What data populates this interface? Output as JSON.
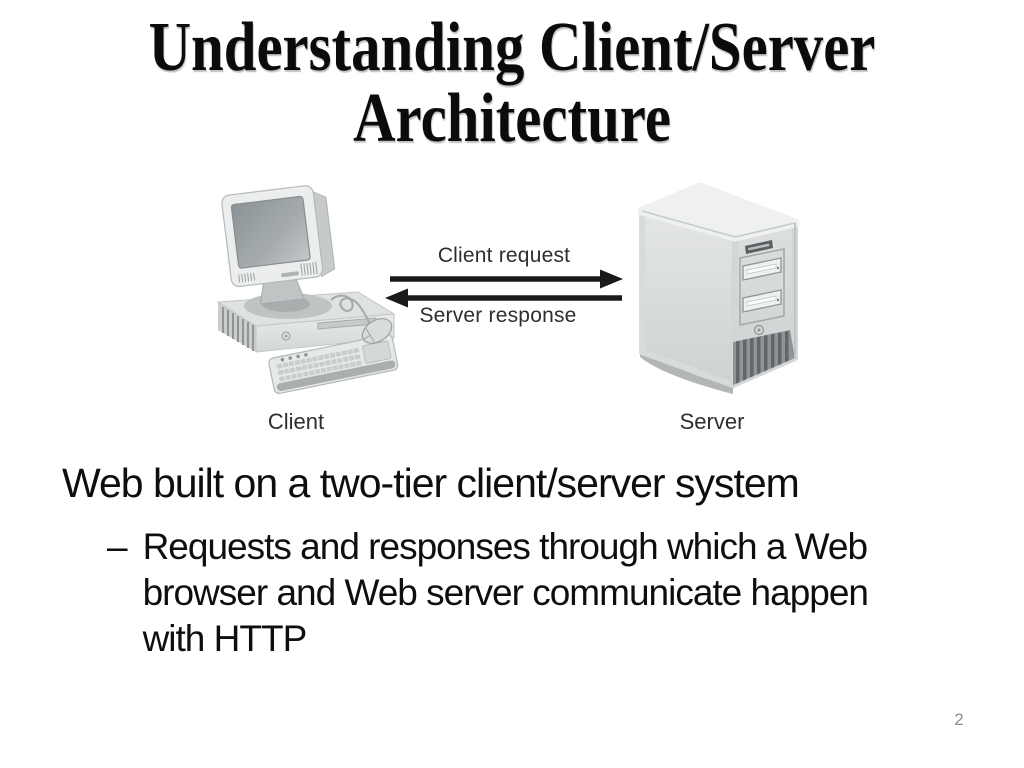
{
  "slide": {
    "title_lines": [
      "Understanding Client/Server",
      "Architecture"
    ],
    "page_number": "2"
  },
  "diagram": {
    "request_label": "Client request",
    "response_label": "Server response",
    "client_caption": "Client",
    "server_caption": "Server",
    "icons": [
      "client-computer-illustration",
      "server-tower-illustration",
      "request-arrow-right",
      "response-arrow-left"
    ]
  },
  "body": {
    "heading": "Web built on a two-tier client/server system",
    "bullet_dash": "–",
    "bullet_lines": [
      "Requests and responses through which a Web",
      "browser and Web server communicate happen",
      "with HTTP"
    ]
  },
  "colors": {
    "background": "#ffffff",
    "title_text": "#0b0b0b",
    "body_text": "#0e0e0e",
    "diagram_text": "#2e2e2e",
    "arrow": "#1a1a1a",
    "machine_light": "#eceeee",
    "machine_mid": "#c6caca",
    "machine_dark": "#6e7375",
    "page_number": "#8d8d8d"
  }
}
